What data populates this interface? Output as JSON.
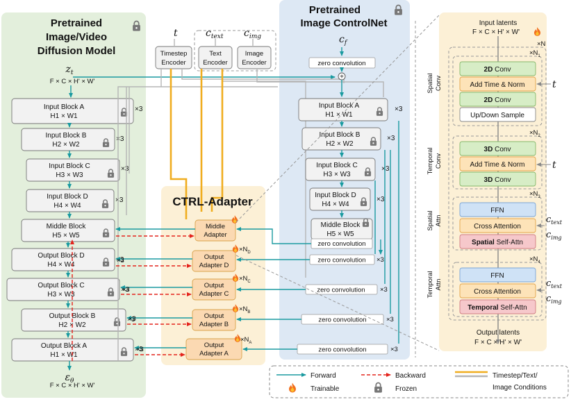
{
  "diffusion": {
    "title_l1": "Pretrained",
    "title_l2": "Image/Video",
    "title_l3": "Diffusion Model",
    "input_var": "z",
    "input_sub": "t",
    "input_shape": "F × C × H' × W'",
    "output_var": "ε",
    "output_sub": "θ",
    "output_shape": "F × C × H' × W'"
  },
  "left_blocks": [
    {
      "name": "Input Block A",
      "dim": "H1 × W1",
      "mult": "×3"
    },
    {
      "name": "Input Block B",
      "dim": "H2 × W2",
      "mult": "×3"
    },
    {
      "name": "Input Block C",
      "dim": "H3 × W3",
      "mult": "×3"
    },
    {
      "name": "Input Block D",
      "dim": "H4 × W4",
      "mult": "×3"
    },
    {
      "name": "Middle Block",
      "dim": "H5 × W5",
      "mult": ""
    },
    {
      "name": "Output Block D",
      "dim": "H4 × W4",
      "mult": "×3"
    },
    {
      "name": "Output Block C",
      "dim": "H3 × W3",
      "mult": "×3"
    },
    {
      "name": "Output Block B",
      "dim": "H2 × W2",
      "mult": "×3"
    },
    {
      "name": "Output Block A",
      "dim": "H1 × W1",
      "mult": "×3"
    }
  ],
  "encoders": {
    "t_label": "t",
    "ctext_label": "c",
    "ctext_sub": "text",
    "cimg_label": "c",
    "cimg_sub": "img",
    "timestep_l1": "Timestep",
    "timestep_l2": "Encoder",
    "text_l1": "Text",
    "text_l2": "Encoder",
    "image_l1": "Image",
    "image_l2": "Encoder"
  },
  "ctrl": {
    "title": "CTRL-Adapter",
    "adapters": [
      {
        "l1": "Middle",
        "l2": "Adapter",
        "n": ""
      },
      {
        "l1": "Output",
        "l2": "Adapter D",
        "n": "×N",
        "nsub": "D"
      },
      {
        "l1": "Output",
        "l2": "Adapter C",
        "n": "×N",
        "nsub": "C"
      },
      {
        "l1": "Output",
        "l2": "Adapter B",
        "n": "×N",
        "nsub": "B"
      },
      {
        "l1": "Output",
        "l2": "Adapter A",
        "n": "×N",
        "nsub": "A"
      }
    ]
  },
  "controlnet": {
    "title_l1": "Pretrained",
    "title_l2": "Image ControlNet",
    "cond_var": "c",
    "cond_sub": "f",
    "zero_conv": "zero convolution",
    "plus": "+",
    "blocks": [
      {
        "name": "Input Block A",
        "dim": "H1 × W1",
        "mult": "×3"
      },
      {
        "name": "Input Block B",
        "dim": "H2 × W2",
        "mult": "×3"
      },
      {
        "name": "Input Block C",
        "dim": "H3 × W3",
        "mult": "×3"
      },
      {
        "name": "Input Block D",
        "dim": "H4 × W4",
        "mult": "×3"
      },
      {
        "name": "Middle Block",
        "dim": "H5 × W5",
        "mult": ""
      }
    ],
    "zero_rows": [
      {
        "label": "zero convolution",
        "mult": ""
      },
      {
        "label": "zero convolution",
        "mult": "×3"
      },
      {
        "label": "zero convolution",
        "mult": "×3"
      },
      {
        "label": "zero convolution",
        "mult": "×3"
      },
      {
        "label": "zero convolution",
        "mult": "×3"
      }
    ]
  },
  "detail": {
    "input_title": "Input latents",
    "input_shape": "F × C × H' × W'",
    "output_title": "Output latents",
    "output_shape": "F × C × H' × W'",
    "outer_n": "×N",
    "spatial_conv": {
      "side_l1": "Spatial",
      "side_l2": "Conv",
      "n": "×N",
      "nsub": "1",
      "items": [
        {
          "bold": "2D",
          "text": " Conv"
        },
        {
          "bold": "",
          "text": "Add Time & Norm"
        },
        {
          "bold": "2D",
          "text": " Conv"
        },
        {
          "bold": "",
          "text": "Up/Down Sample"
        }
      ]
    },
    "temporal_conv": {
      "side_l1": "Temporal",
      "side_l2": "Conv",
      "n": "×N",
      "nsub": "2",
      "items": [
        {
          "bold": "3D",
          "text": " Conv"
        },
        {
          "bold": "",
          "text": "Add Time & Norm"
        },
        {
          "bold": "3D",
          "text": " Conv"
        }
      ]
    },
    "spatial_attn": {
      "side_l1": "Spatial",
      "side_l2": "Attn",
      "n": "×N",
      "nsub": "3",
      "items": [
        {
          "bold": "",
          "text": "FFN"
        },
        {
          "bold": "",
          "text": "Cross Attention"
        },
        {
          "bold": "Spatial",
          "text": " Self-Attn"
        }
      ]
    },
    "temporal_attn": {
      "side_l1": "Temporal",
      "side_l2": "Attn",
      "n": "×N",
      "nsub": "4",
      "items": [
        {
          "bold": "",
          "text": "FFN"
        },
        {
          "bold": "",
          "text": "Cross Attention"
        },
        {
          "bold": "Temporal",
          "text": " Self-Attn"
        }
      ]
    },
    "t_label": "t",
    "ctext_label": "c",
    "ctext_sub": "text",
    "cimg_label": "c",
    "cimg_sub": "img"
  },
  "legend": {
    "forward": "Forward",
    "backward": "Backward",
    "conditions_l1": "Timestep/Text/",
    "conditions_l2": "Image Conditions",
    "trainable": "Trainable",
    "frozen": "Frozen"
  },
  "colors": {
    "diffusion_bg": "#e3efdc",
    "controlnet_bg": "#dde8f4",
    "ctrl_bg": "#fcf0d6",
    "forward": "#1a9aa0",
    "backward": "#e4231c",
    "condition_gold": "#f0ad1f",
    "condition_gray": "#b5b5b5"
  }
}
